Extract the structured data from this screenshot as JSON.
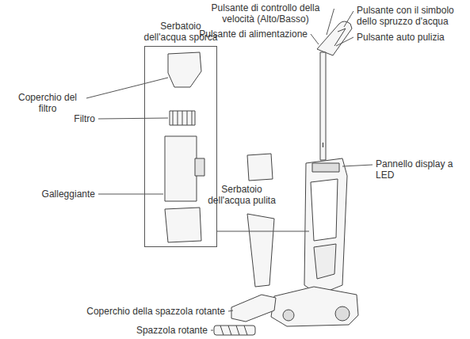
{
  "diagram": {
    "nodes": [
      {
        "text": [
          "Serbatoio dell'acqua sporca"
        ]
      }
    ],
    "labels": [
      "Pulsante di controllo della velocità (Alto/Basso)",
      "Pulsante di alimentazione",
      "Pulsante con il simbolo dello spruzzo d'acqua",
      "Pulsante auto pulizia",
      "Pannello display a LED",
      "Serbatoio dell'acqua pulita",
      "Coperchio del filtro",
      "Filtro",
      "Galleggiante",
      "Coperchio della spazzola rotante",
      "Spazzola rotante"
    ]
  }
}
